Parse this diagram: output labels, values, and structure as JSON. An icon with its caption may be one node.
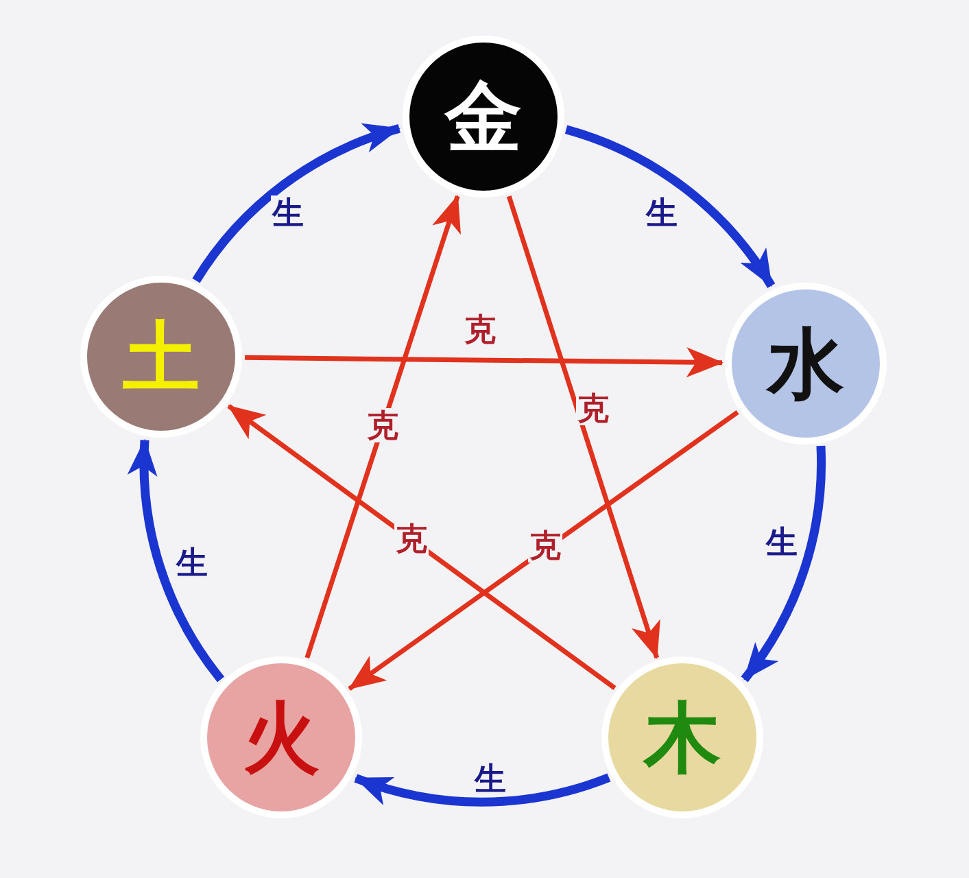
{
  "diagram": {
    "nodes": [
      {
        "text": [
          "金"
        ]
      },
      {
        "text": [
          "水"
        ]
      },
      {
        "text": [
          "木"
        ]
      },
      {
        "text": [
          "火"
        ]
      },
      {
        "text": [
          "土"
        ]
      }
    ],
    "edges": [
      {
        "from": 0,
        "to": 1,
        "arrow": "to",
        "label": "生",
        "color": "#1a35d0",
        "style": "thick"
      },
      {
        "from": 1,
        "to": 2,
        "arrow": "to",
        "label": "生",
        "color": "#1a35d0",
        "style": "thick"
      },
      {
        "from": 2,
        "to": 3,
        "arrow": "to",
        "label": "生",
        "color": "#1a35d0",
        "style": "thick"
      },
      {
        "from": 3,
        "to": 4,
        "arrow": "to",
        "label": "生",
        "color": "#1a35d0",
        "style": "thick"
      },
      {
        "from": 4,
        "to": 0,
        "arrow": "to",
        "label": "生",
        "color": "#1a35d0",
        "style": "thick"
      },
      {
        "from": 0,
        "to": 2,
        "arrow": "to",
        "label": "克",
        "color": "#e0321c"
      },
      {
        "from": 2,
        "to": 4,
        "arrow": "to",
        "label": "克",
        "color": "#e0321c"
      },
      {
        "from": 4,
        "to": 1,
        "arrow": "to",
        "label": "克",
        "color": "#e0321c"
      },
      {
        "from": 1,
        "to": 3,
        "arrow": "to",
        "label": "克",
        "color": "#e0321c"
      },
      {
        "from": 3,
        "to": 0,
        "arrow": "to",
        "label": "克",
        "color": "#e0321c"
      }
    ]
  }
}
